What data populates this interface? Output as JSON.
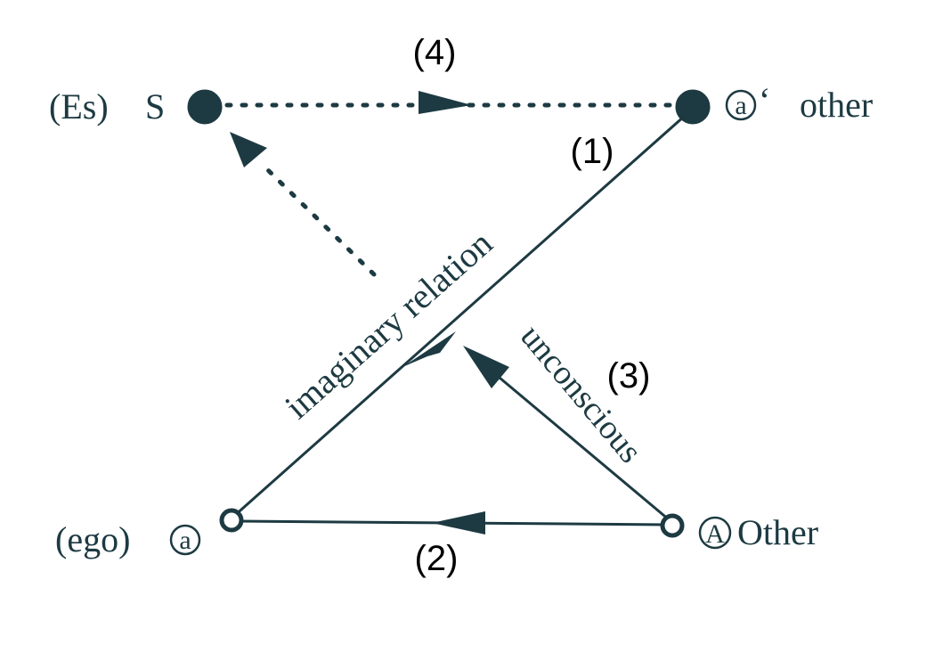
{
  "color": "#1d3a42",
  "nodes": {
    "S": {
      "prefix": "(Es)",
      "label": "S"
    },
    "a_prime": {
      "symbol": "a",
      "mark": "‘",
      "label": "other"
    },
    "a": {
      "prefix": "(ego)",
      "symbol": "a"
    },
    "A": {
      "symbol": "A",
      "label": "Other"
    }
  },
  "edges": {
    "imaginary": {
      "label": "imaginary relation",
      "number": "(1)"
    },
    "bottom": {
      "number": "(2)"
    },
    "unconscious": {
      "label": "unconscious",
      "number": "(3)"
    },
    "top": {
      "number": "(4)"
    }
  }
}
